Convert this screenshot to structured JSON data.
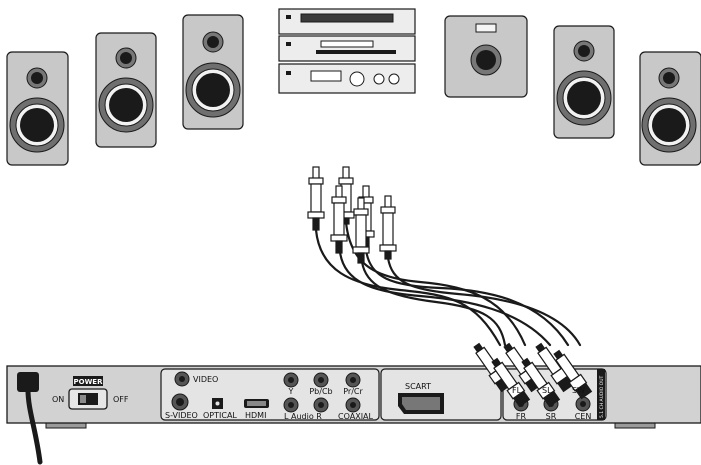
{
  "panel": {
    "power_label": "POWER",
    "on_label": "ON",
    "off_label": "OFF"
  },
  "connectors": {
    "video": "VIDEO",
    "s_video": "S-VIDEO",
    "optical": "OPTICAL",
    "hdmi": "HDMI",
    "y": "Y",
    "pb_cb": "Pb/Cb",
    "pr_cr": "Pr/Cr",
    "audio": "L  Audio  R",
    "coaxial": "COAXIAL",
    "scart": "SCART",
    "channel_title": "5.1 CH AUDIO OUT",
    "ch_fr": "FR",
    "ch_sr": "SR",
    "ch_cen": "CEN",
    "ch_fl": "FL",
    "ch_sl": "SL",
    "ch_sw": "SW"
  },
  "colors": {
    "speaker_face": "#c8c8c8",
    "panel_face": "#d2d2d2",
    "outline": "#1a1a1a"
  }
}
